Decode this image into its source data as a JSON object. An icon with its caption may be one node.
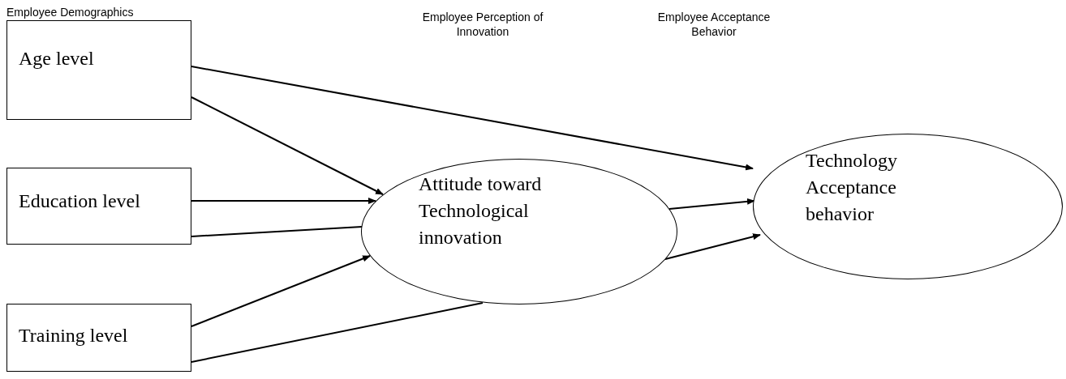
{
  "diagram": {
    "nodes": [
      {
        "text": [
          "Age level"
        ]
      },
      {
        "text": [
          "Education level"
        ]
      },
      {
        "text": [
          "Training level"
        ]
      },
      {
        "text": [
          "Attitude toward Technological innovation"
        ]
      },
      {
        "text": [
          "Technology Acceptance behavior"
        ]
      }
    ],
    "edges": [
      {
        "from": 0,
        "to": 3,
        "arrow": "to"
      },
      {
        "from": 0,
        "to": 4,
        "arrow": "to"
      },
      {
        "from": 1,
        "to": 3,
        "arrow": "to"
      },
      {
        "from": 1,
        "to": 3,
        "arrow": "none"
      },
      {
        "from": 2,
        "to": 3,
        "arrow": "to"
      },
      {
        "from": 2,
        "to": 3,
        "arrow": "none"
      },
      {
        "from": 3,
        "to": 4,
        "arrow": "to"
      },
      {
        "from": 3,
        "to": 4,
        "arrow": "to"
      }
    ],
    "labels": [
      "Employee Demographics",
      "Employee Perception of Innovation",
      "Employee Acceptance Behavior"
    ]
  }
}
